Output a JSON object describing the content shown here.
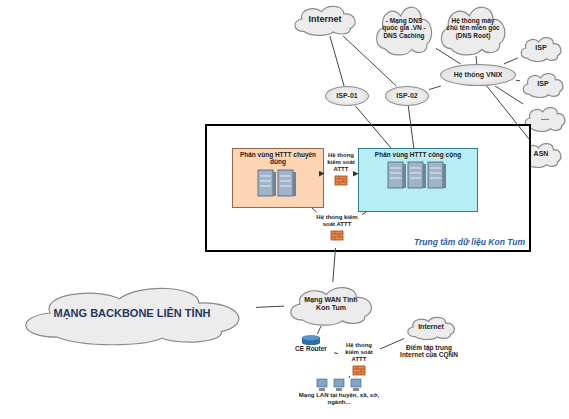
{
  "diagram": {
    "nodes": [
      {
        "text": [
          "Internet"
        ]
      },
      {
        "text": [
          "- Mạng DNS quốc gia .VN - DNS Caching"
        ]
      },
      {
        "text": [
          "Hệ thống máy chủ tên miền gốc (DNS Root)"
        ]
      },
      {
        "text": [
          "ISP"
        ]
      },
      {
        "text": [
          "ISP-01"
        ]
      },
      {
        "text": [
          "ISP-02"
        ]
      },
      {
        "text": [
          "Hệ thống VNIX"
        ]
      },
      {
        "text": [
          "ISP"
        ]
      },
      {
        "text": [
          "...."
        ]
      },
      {
        "text": [
          "ASN"
        ]
      },
      {
        "text": [
          "Trung tâm dữ liệu Kon Tum"
        ]
      },
      {
        "text": [
          "Phân vùng HTTT chuyên dùng"
        ],
        "in": 10
      },
      {
        "text": [
          "Hệ thống kiểm soát ATTT"
        ],
        "in": 10
      },
      {
        "text": [
          "Phân vùng HTTT công cộng"
        ],
        "in": 10
      },
      {
        "text": [
          "Hệ thống kiểm soát ATTT"
        ],
        "in": 10
      },
      {
        "text": [
          "MẠNG BACKBONE LIÊN TỈNH"
        ]
      },
      {
        "text": [
          "Mạng WAN Tỉnh Kon Tum"
        ]
      },
      {
        "text": [
          "Internet"
        ]
      },
      {
        "text": [
          "CE Router"
        ]
      },
      {
        "text": [
          "Hệ thống kiểm soát ATTT"
        ]
      },
      {
        "text": [
          "Mạng LAN tại huyện, xã, sở, ngành..."
        ]
      }
    ],
    "edges": [
      {
        "from": 0,
        "to": 4,
        "arrow": "none"
      },
      {
        "from": 0,
        "to": 5,
        "arrow": "none"
      },
      {
        "from": 5,
        "to": 6,
        "arrow": "none"
      },
      {
        "from": 1,
        "to": 6,
        "arrow": "none"
      },
      {
        "from": 2,
        "to": 6,
        "arrow": "none"
      },
      {
        "from": 3,
        "to": 6,
        "arrow": "none"
      },
      {
        "from": 7,
        "to": 6,
        "arrow": "none"
      },
      {
        "from": 8,
        "to": 6,
        "arrow": "none"
      },
      {
        "from": 9,
        "to": 6,
        "arrow": "none"
      },
      {
        "from": 4,
        "to": 13,
        "arrow": "none"
      },
      {
        "from": 5,
        "to": 13,
        "arrow": "none"
      },
      {
        "from": 12,
        "to": 11,
        "arrow": "to"
      },
      {
        "from": 12,
        "to": 13,
        "arrow": "to"
      },
      {
        "from": 11,
        "to": 14,
        "arrow": "none"
      },
      {
        "from": 13,
        "to": 14,
        "arrow": "none"
      },
      {
        "from": 14,
        "to": 16,
        "arrow": "none"
      },
      {
        "from": 16,
        "to": 15,
        "arrow": "none"
      },
      {
        "from": 16,
        "to": 18,
        "arrow": "none"
      },
      {
        "from": 18,
        "to": 19,
        "arrow": "none"
      },
      {
        "from": 19,
        "to": 20,
        "arrow": "none"
      },
      {
        "from": 17,
        "to": 19,
        "arrow": "none"
      }
    ],
    "labels": [
      "Điểm tập trung Internet của CQNN"
    ]
  }
}
